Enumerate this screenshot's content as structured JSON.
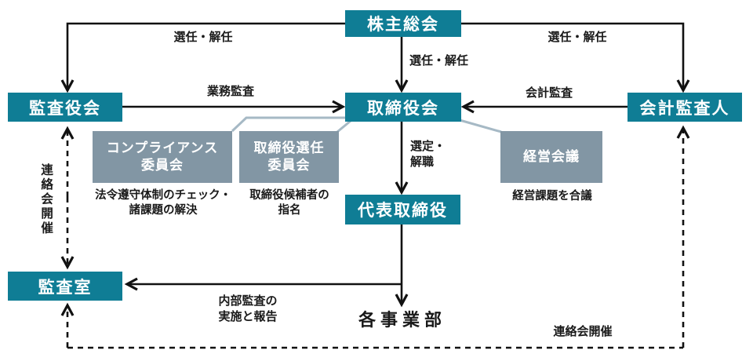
{
  "colors": {
    "box_teal": "#0f7d95",
    "box_gray": "#8296a4",
    "connector_gray": "#a6b9c5",
    "line_black": "#111111",
    "text_white": "#ffffff",
    "text_black": "#1a1a1a"
  },
  "diagram": {
    "boxes": {
      "shareholders": {
        "label": "株主総会"
      },
      "audit_board": {
        "label": "監査役会"
      },
      "board_of_directors": {
        "label": "取締役会"
      },
      "accounting_auditor": {
        "label": "会計監査人"
      },
      "representative_director": {
        "label": "代表取締役"
      },
      "audit_office": {
        "label": "監査室"
      },
      "compliance_committee": {
        "line1": "コンプライアンス",
        "line2": "委員会",
        "note1": "法令遵守体制のチェック・",
        "note2": "諸課題の解決"
      },
      "nomination_committee": {
        "line1": "取締役選任",
        "line2": "委員会",
        "note1": "取締役候補者の",
        "note2": "指名"
      },
      "management_meeting": {
        "label": "経営会議",
        "note": "経営課題を合議"
      },
      "business_divisions": {
        "label": "各事業部"
      }
    },
    "edge_labels": {
      "appoint_dismiss_left": "選任・解任",
      "appoint_dismiss_center": "選任・解任",
      "appoint_dismiss_right": "選任・解任",
      "operational_audit": "業務監査",
      "accounting_audit": "会計監査",
      "select_line1": "選定・",
      "select_line2": "解職",
      "liaison_left_vertical": "連絡会開催",
      "liaison_bottom": "連絡会開催",
      "internal_audit_line1": "内部監査の",
      "internal_audit_line2": "実施と報告"
    }
  }
}
